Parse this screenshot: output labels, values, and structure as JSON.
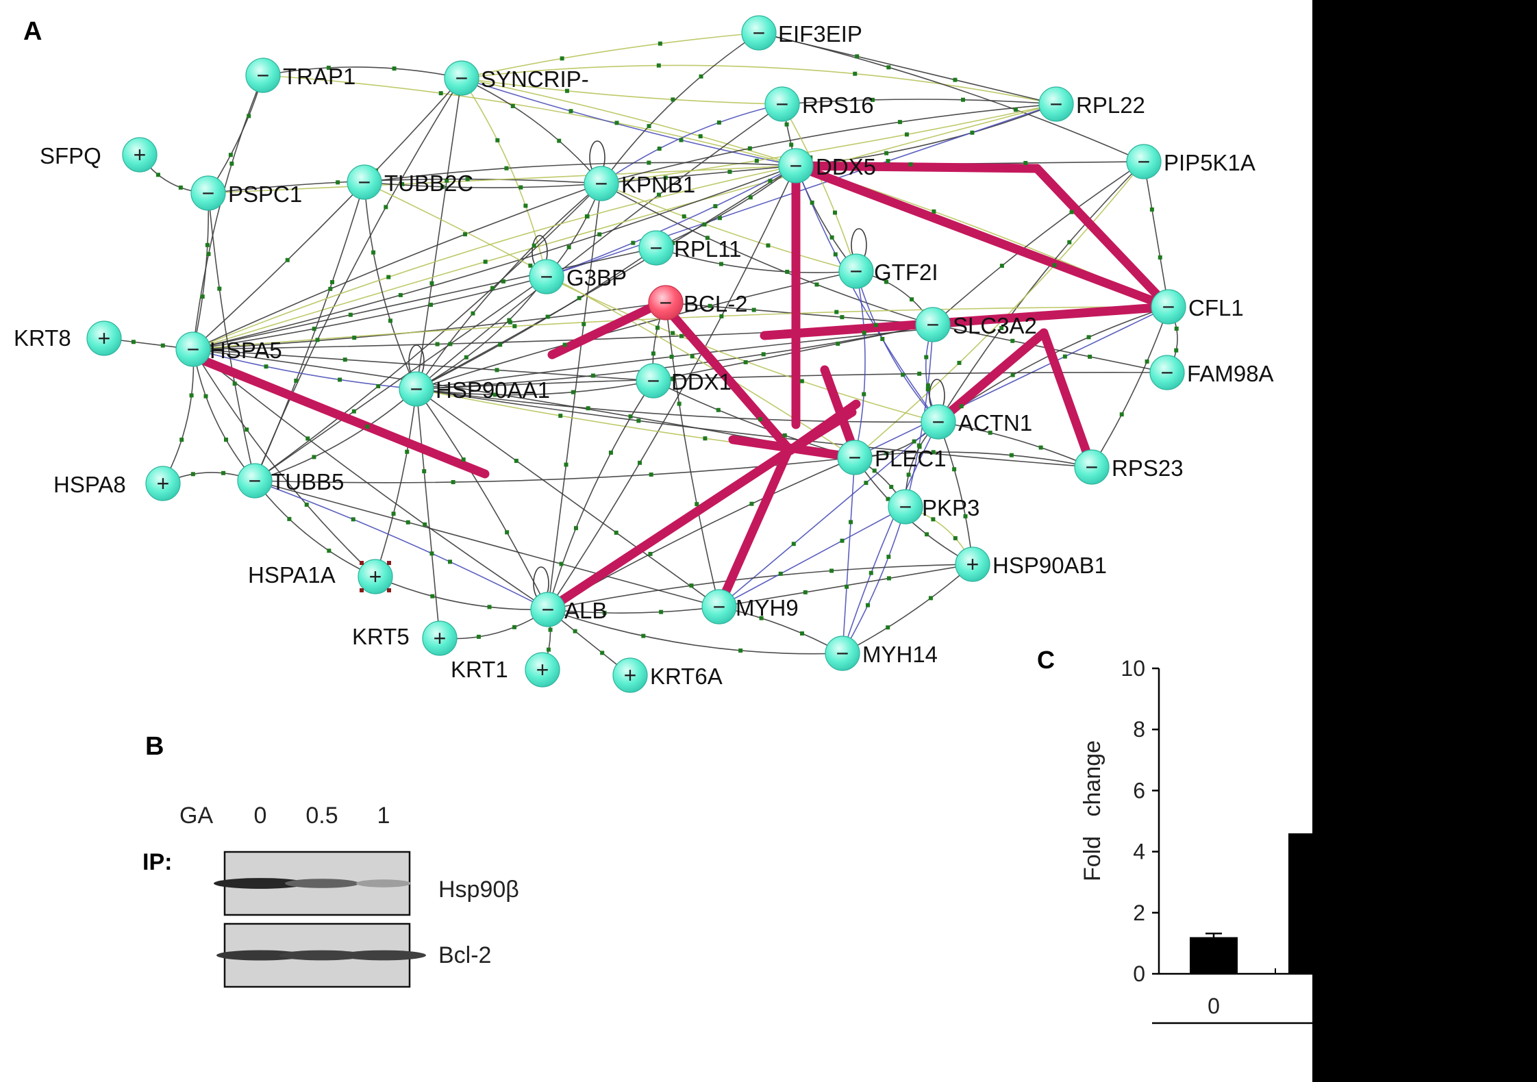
{
  "panels": {
    "a": "A",
    "b": "B",
    "c": "C"
  },
  "network": {
    "colors": {
      "node_fill": "#5ff0d2",
      "node_center": "#dcfff7",
      "center_node_fill": "#ff5a73",
      "center_node_center": "#ffd2da",
      "highlight_edge": "#c4185c",
      "edge_black": "#3a3a3a",
      "edge_olive": "#b8c35a",
      "edge_blue": "#4a4fb8",
      "junction_dot": "#1f7a1f"
    },
    "nodes": [
      {
        "id": "EIF3EIP",
        "label": "EIF3EIP",
        "sign": "−"
      },
      {
        "id": "TRAP1",
        "label": "TRAP1",
        "sign": "−"
      },
      {
        "id": "SYNCRIP",
        "label": "SYNCRIP-",
        "sign": "−"
      },
      {
        "id": "RPS16",
        "label": "RPS16",
        "sign": "−"
      },
      {
        "id": "RPL22",
        "label": "RPL22",
        "sign": "−"
      },
      {
        "id": "SFPQ",
        "label": "SFPQ",
        "sign": "+"
      },
      {
        "id": "PSPC1",
        "label": "PSPC1",
        "sign": "−"
      },
      {
        "id": "TUBB2C",
        "label": "TUBB2C",
        "sign": "−"
      },
      {
        "id": "KPNB1",
        "label": "KPNB1",
        "sign": "−"
      },
      {
        "id": "DDX5",
        "label": "DDX5",
        "sign": "−"
      },
      {
        "id": "PIP5K1A",
        "label": "PIP5K1A",
        "sign": "−"
      },
      {
        "id": "RPL11",
        "label": "RPL11",
        "sign": "−"
      },
      {
        "id": "G3BP",
        "label": "G3BP",
        "sign": "−"
      },
      {
        "id": "GTF2I",
        "label": "GTF2I",
        "sign": "−"
      },
      {
        "id": "BCL2",
        "label": "BCL-2",
        "sign": "−"
      },
      {
        "id": "CFL1",
        "label": "CFL1",
        "sign": "−"
      },
      {
        "id": "SLC3A2",
        "label": "SLC3A2",
        "sign": "−"
      },
      {
        "id": "KRT8",
        "label": "KRT8",
        "sign": "+"
      },
      {
        "id": "HSPA5",
        "label": "HSPA5",
        "sign": "−"
      },
      {
        "id": "FAM98A",
        "label": "FAM98A",
        "sign": "−"
      },
      {
        "id": "HSP90AA1",
        "label": "HSP90AA1",
        "sign": "−"
      },
      {
        "id": "DDX1",
        "label": "DDX1",
        "sign": "−"
      },
      {
        "id": "ACTN1",
        "label": "ACTN1",
        "sign": "−"
      },
      {
        "id": "PLEC1",
        "label": "PLEC1",
        "sign": "−"
      },
      {
        "id": "RPS23",
        "label": "RPS23",
        "sign": "−"
      },
      {
        "id": "HSPA8",
        "label": "HSPA8",
        "sign": "+"
      },
      {
        "id": "TUBB5",
        "label": "TUBB5",
        "sign": "−"
      },
      {
        "id": "PKP3",
        "label": "PKP3",
        "sign": "−"
      },
      {
        "id": "HSP90AB1",
        "label": "HSP90AB1",
        "sign": "+"
      },
      {
        "id": "HSPA1A",
        "label": "HSPA1A",
        "sign": "+"
      },
      {
        "id": "ALB",
        "label": "ALB",
        "sign": "−"
      },
      {
        "id": "MYH9",
        "label": "MYH9",
        "sign": "−"
      },
      {
        "id": "KRT5",
        "label": "KRT5",
        "sign": "+"
      },
      {
        "id": "MYH14",
        "label": "MYH14",
        "sign": "−"
      },
      {
        "id": "KRT1",
        "label": "KRT1",
        "sign": "+"
      },
      {
        "id": "KRT6A",
        "label": "KRT6A",
        "sign": "+"
      }
    ]
  },
  "western": {
    "treatment_label": "GA",
    "doses": [
      "0",
      "0.5",
      "1"
    ],
    "ip_label": "IP:",
    "blots": [
      {
        "label": "Hsp90β",
        "band_intensities": [
          0.95,
          0.6,
          0.25
        ]
      },
      {
        "label": "Bcl-2",
        "band_intensities": [
          0.85,
          0.8,
          0.8
        ]
      }
    ]
  },
  "chart_data": {
    "type": "bar",
    "title": "",
    "ylabel": "Fold   change",
    "ylim": [
      0,
      10
    ],
    "yticks": [
      0,
      2,
      4,
      6,
      8,
      10
    ],
    "categories": [
      "0",
      ""
    ],
    "values": [
      1.2,
      4.6
    ],
    "errors": [
      0.12,
      null
    ]
  }
}
